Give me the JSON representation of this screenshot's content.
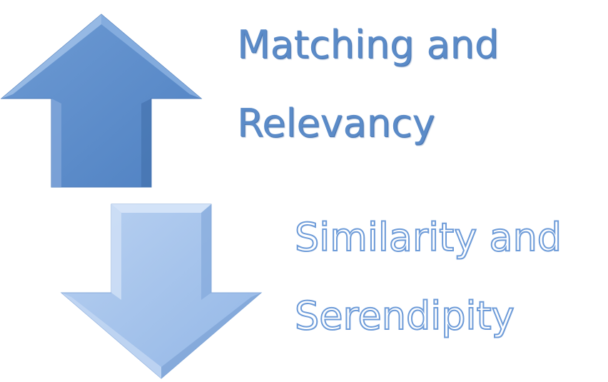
{
  "diagram": {
    "up_arrow": {
      "direction": "up",
      "color": "#5b8bc8",
      "highlight": "#8db3e2",
      "shadow": "#3f6ea8",
      "label_lines": [
        "Matching and",
        "Relevancy"
      ],
      "label_color": "#5b8bc8"
    },
    "down_arrow": {
      "direction": "down",
      "color": "#a8c4ec",
      "highlight": "#d3e2f7",
      "shadow": "#7aa2d6",
      "label_lines": [
        "Similarity and",
        "Serendipity"
      ],
      "label_color": "#ffffff",
      "label_outline": "#6d9bd8"
    }
  }
}
